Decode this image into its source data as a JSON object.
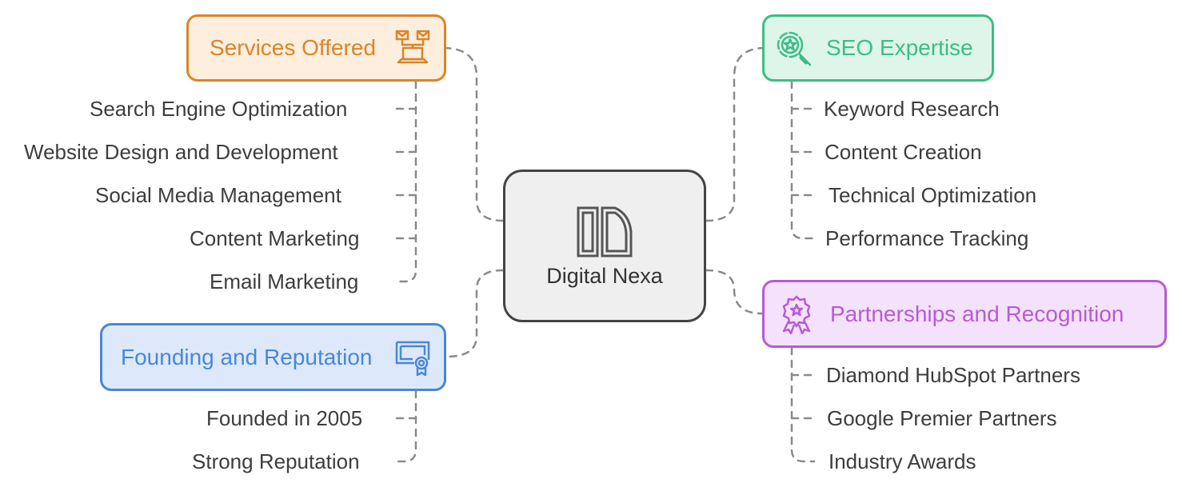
{
  "center": {
    "title": "Digital Nexa"
  },
  "branches": [
    {
      "id": "services",
      "title": "Services Offered",
      "icon": "laptop-network-icon",
      "color": "#d9852b",
      "fill": "#fdeedd",
      "items": [
        "Search Engine Optimization",
        "Website Design and Development",
        "Social Media Management",
        "Content Marketing",
        "Email Marketing"
      ]
    },
    {
      "id": "seo",
      "title": "SEO Expertise",
      "icon": "magnifier-star-icon",
      "color": "#3dbd85",
      "fill": "#ddf6e9",
      "items": [
        "Keyword Research",
        "Content Creation",
        "Technical Optimization",
        "Performance Tracking"
      ]
    },
    {
      "id": "founding",
      "title": "Founding and Reputation",
      "icon": "certificate-icon",
      "color": "#4a86d6",
      "fill": "#dde9fb",
      "items": [
        "Founded in 2005",
        "Strong Reputation"
      ]
    },
    {
      "id": "partnerships",
      "title": "Partnerships and Recognition",
      "icon": "award-badge-icon",
      "color": "#b65cd4",
      "fill": "#f4e1fb",
      "items": [
        "Diamond HubSpot Partners",
        "Google Premier Partners",
        "Industry Awards"
      ]
    }
  ]
}
